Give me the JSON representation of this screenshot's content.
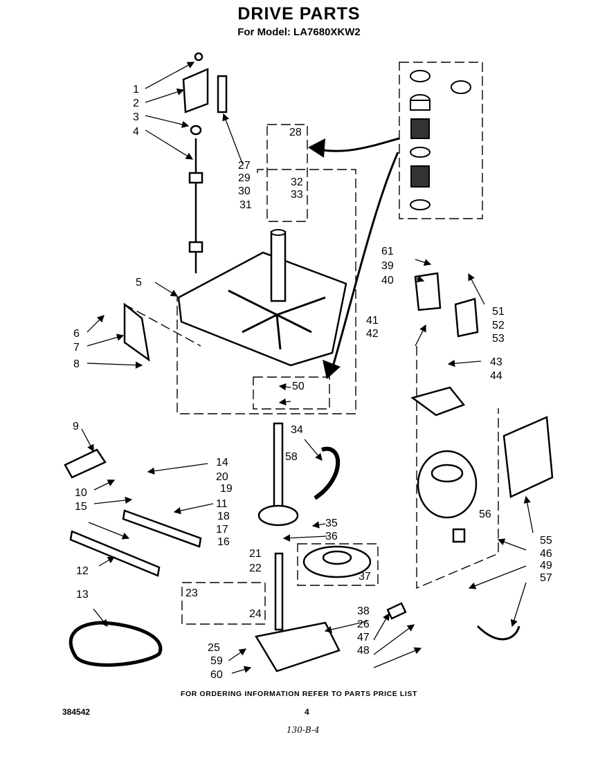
{
  "header": {
    "title": "DRIVE PARTS",
    "subtitle": "For Model: LA7680XKW2"
  },
  "footer": {
    "ordering_note": "FOR ORDERING INFORMATION REFER TO PARTS PRICE LIST",
    "document_number": "384542",
    "page_number": "4",
    "handwritten_note": "130-B-4"
  },
  "callouts": [
    "1",
    "2",
    "3",
    "4",
    "5",
    "6",
    "7",
    "8",
    "9",
    "10",
    "11",
    "12",
    "13",
    "14",
    "15",
    "16",
    "17",
    "18",
    "19",
    "20",
    "21",
    "22",
    "23",
    "24",
    "25",
    "26",
    "27",
    "28",
    "29",
    "30",
    "31",
    "32",
    "33",
    "34",
    "35",
    "36",
    "37",
    "38",
    "39",
    "40",
    "41",
    "42",
    "43",
    "44",
    "46",
    "47",
    "48",
    "49",
    "50",
    "51",
    "52",
    "53",
    "55",
    "56",
    "57",
    "58",
    "59",
    "60",
    "61"
  ]
}
